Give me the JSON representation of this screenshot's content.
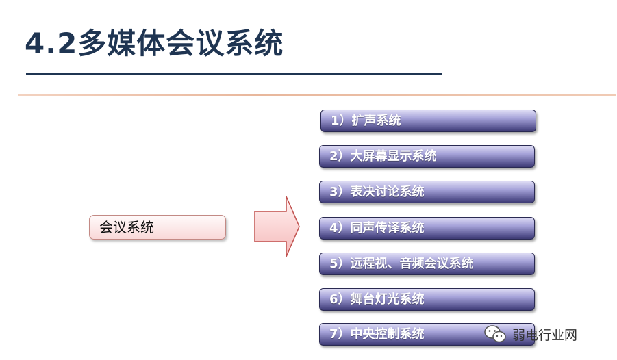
{
  "slide": {
    "title": "4.2多媒体会议系统",
    "source_label": "会议系统",
    "items": [
      "1）扩声系统",
      "2）大屏幕显示系统",
      "3）表决讨论系统",
      "4）同声传译系统",
      "5）远程视、音频会议系统",
      "6）舞台灯光系统",
      "7）中央控制系统"
    ],
    "watermark": "弱电行业网"
  },
  "colors": {
    "title": "#1f3552",
    "pill_dark": "#3e3b74",
    "pill_light": "#dedcf4",
    "arrow_fill": "#f8c8c8",
    "arrow_stroke": "#c0504d"
  },
  "icons": {
    "watermark_icon": "wechat-icon"
  }
}
